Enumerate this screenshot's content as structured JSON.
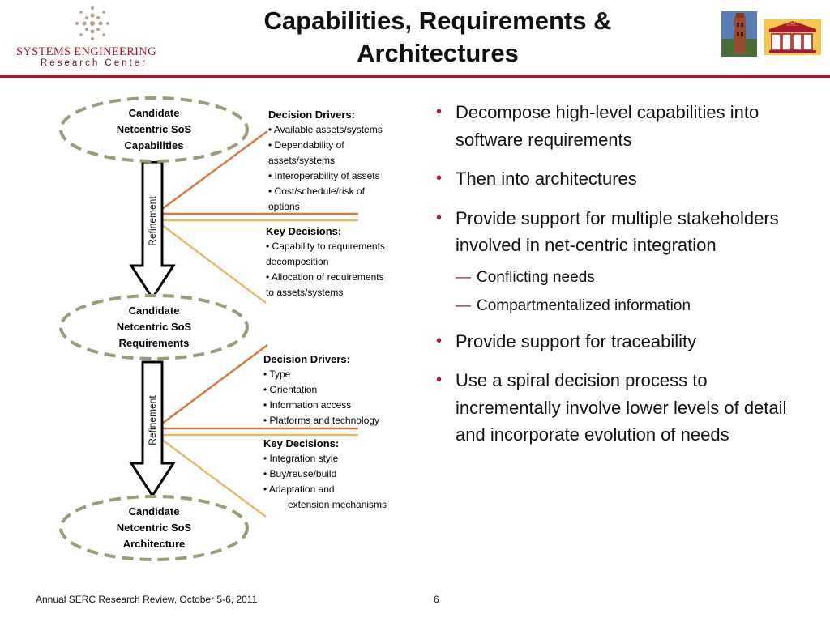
{
  "header": {
    "title_line1": "Capabilities, Requirements &",
    "title_line2": "Architectures",
    "logo": {
      "org_line1": "SYSTEMS ENGINEERING",
      "org_line2": "Research Center"
    },
    "usc_logo_text": "USC"
  },
  "diagram": {
    "nodes": [
      {
        "lines": [
          "Candidate",
          "Netcentric SoS",
          "Capabilities"
        ]
      },
      {
        "lines": [
          "Candidate",
          "Netcentric SoS",
          "Requirements"
        ]
      },
      {
        "lines": [
          "Candidate",
          "Netcentric SoS",
          "Architecture"
        ]
      }
    ],
    "refinement_label": "Refinement",
    "stage1": {
      "drivers_title": "Decision Drivers:",
      "drivers": [
        "• Available assets/systems",
        "• Dependability of",
        "assets/systems",
        "• Interoperability of assets",
        "• Cost/schedule/risk of",
        "options"
      ],
      "key_title": "Key Decisions:",
      "key": [
        "• Capability to requirements",
        "decomposition",
        "• Allocation of requirements",
        "to assets/systems"
      ]
    },
    "stage2": {
      "drivers_title": "Decision Drivers:",
      "drivers": [
        "• Type",
        "• Orientation",
        "• Information access",
        "• Platforms and technology"
      ],
      "key_title": "Key Decisions:",
      "key": [
        "• Integration style",
        "• Buy/reuse/build",
        "• Adaptation and",
        "extension mechanisms"
      ]
    },
    "colors": {
      "node_border": "#9b9b78",
      "line_dark": "#d9773c",
      "line_light": "#e8b96a",
      "arrow": "#000000"
    }
  },
  "bullets": [
    {
      "text": "Decompose high-level capabilities into software requirements",
      "subs": []
    },
    {
      "text": "Then into architectures",
      "subs": []
    },
    {
      "text": "Provide support for multiple stakeholders involved in net-centric integration",
      "subs": [
        "Conflicting needs",
        "Compartmentalized information"
      ]
    },
    {
      "text": "Provide support for traceability",
      "subs": []
    },
    {
      "text": "Use a spiral decision process to incrementally involve lower levels of detail and incorporate evolution of needs",
      "subs": []
    }
  ],
  "footer": {
    "left": "Annual SERC Research Review, October 5-6, 2011",
    "page": "6"
  },
  "accent_color": "#a6192e"
}
